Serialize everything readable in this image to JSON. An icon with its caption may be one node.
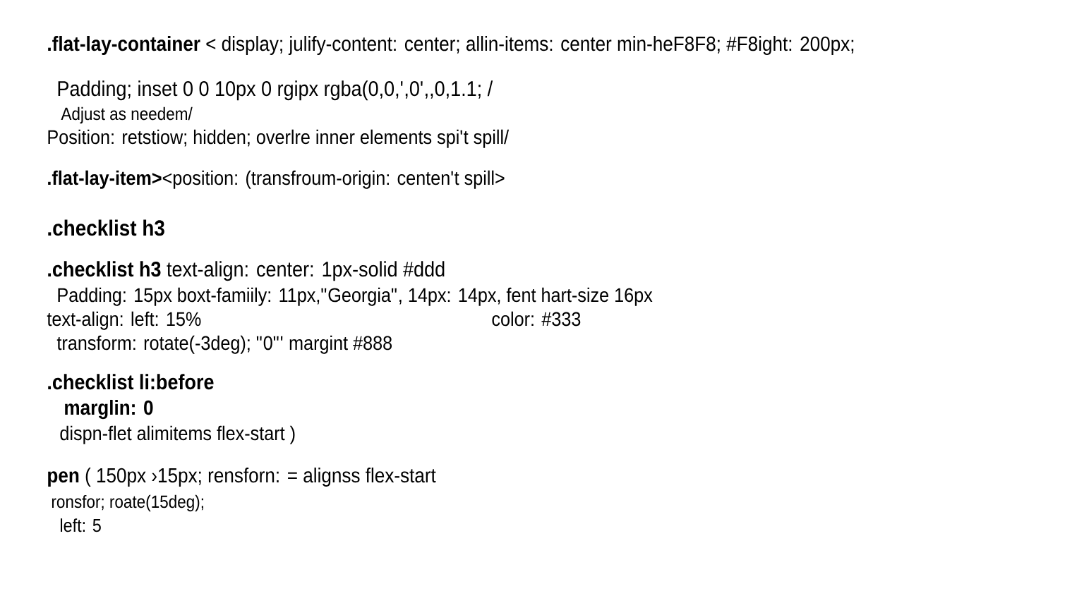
{
  "diagram": {
    "labels": [
      "**.flat-lay-container** < display; julify-content: center; allin-items: center min-heF8F8; #F8ight: 200px;",
      "Padding; inset 0 0 10px 0 rgipx rgba(0,0,',0',,0,1.1; /",
      "Adjust as needem/",
      "Position: retstiow; hidden; overlre inner elements spi't spill/",
      "**.flat-lay-item>**<position: (transfroum-origin: centen't spill>",
      ".checklist h3",
      "**.checklist h3** text-align: center: 1px-solid #ddd",
      "Padding: 15px boxt-famiily: 11px,\"Georgia\", 14px: 14px, fent hart-size 16px",
      "text-align: left: 15%",
      "color: #333",
      "transform: rotate(-3deg); \"0\"' margint #888",
      ".checklist li:before",
      "marglin: 0",
      "dispn-flet alimitems flex-start )",
      "**pen** ( 150px ›15px; rensforn: = alignss flex-start",
      "ronsfor; roate(15deg);",
      "left: 5"
    ]
  }
}
